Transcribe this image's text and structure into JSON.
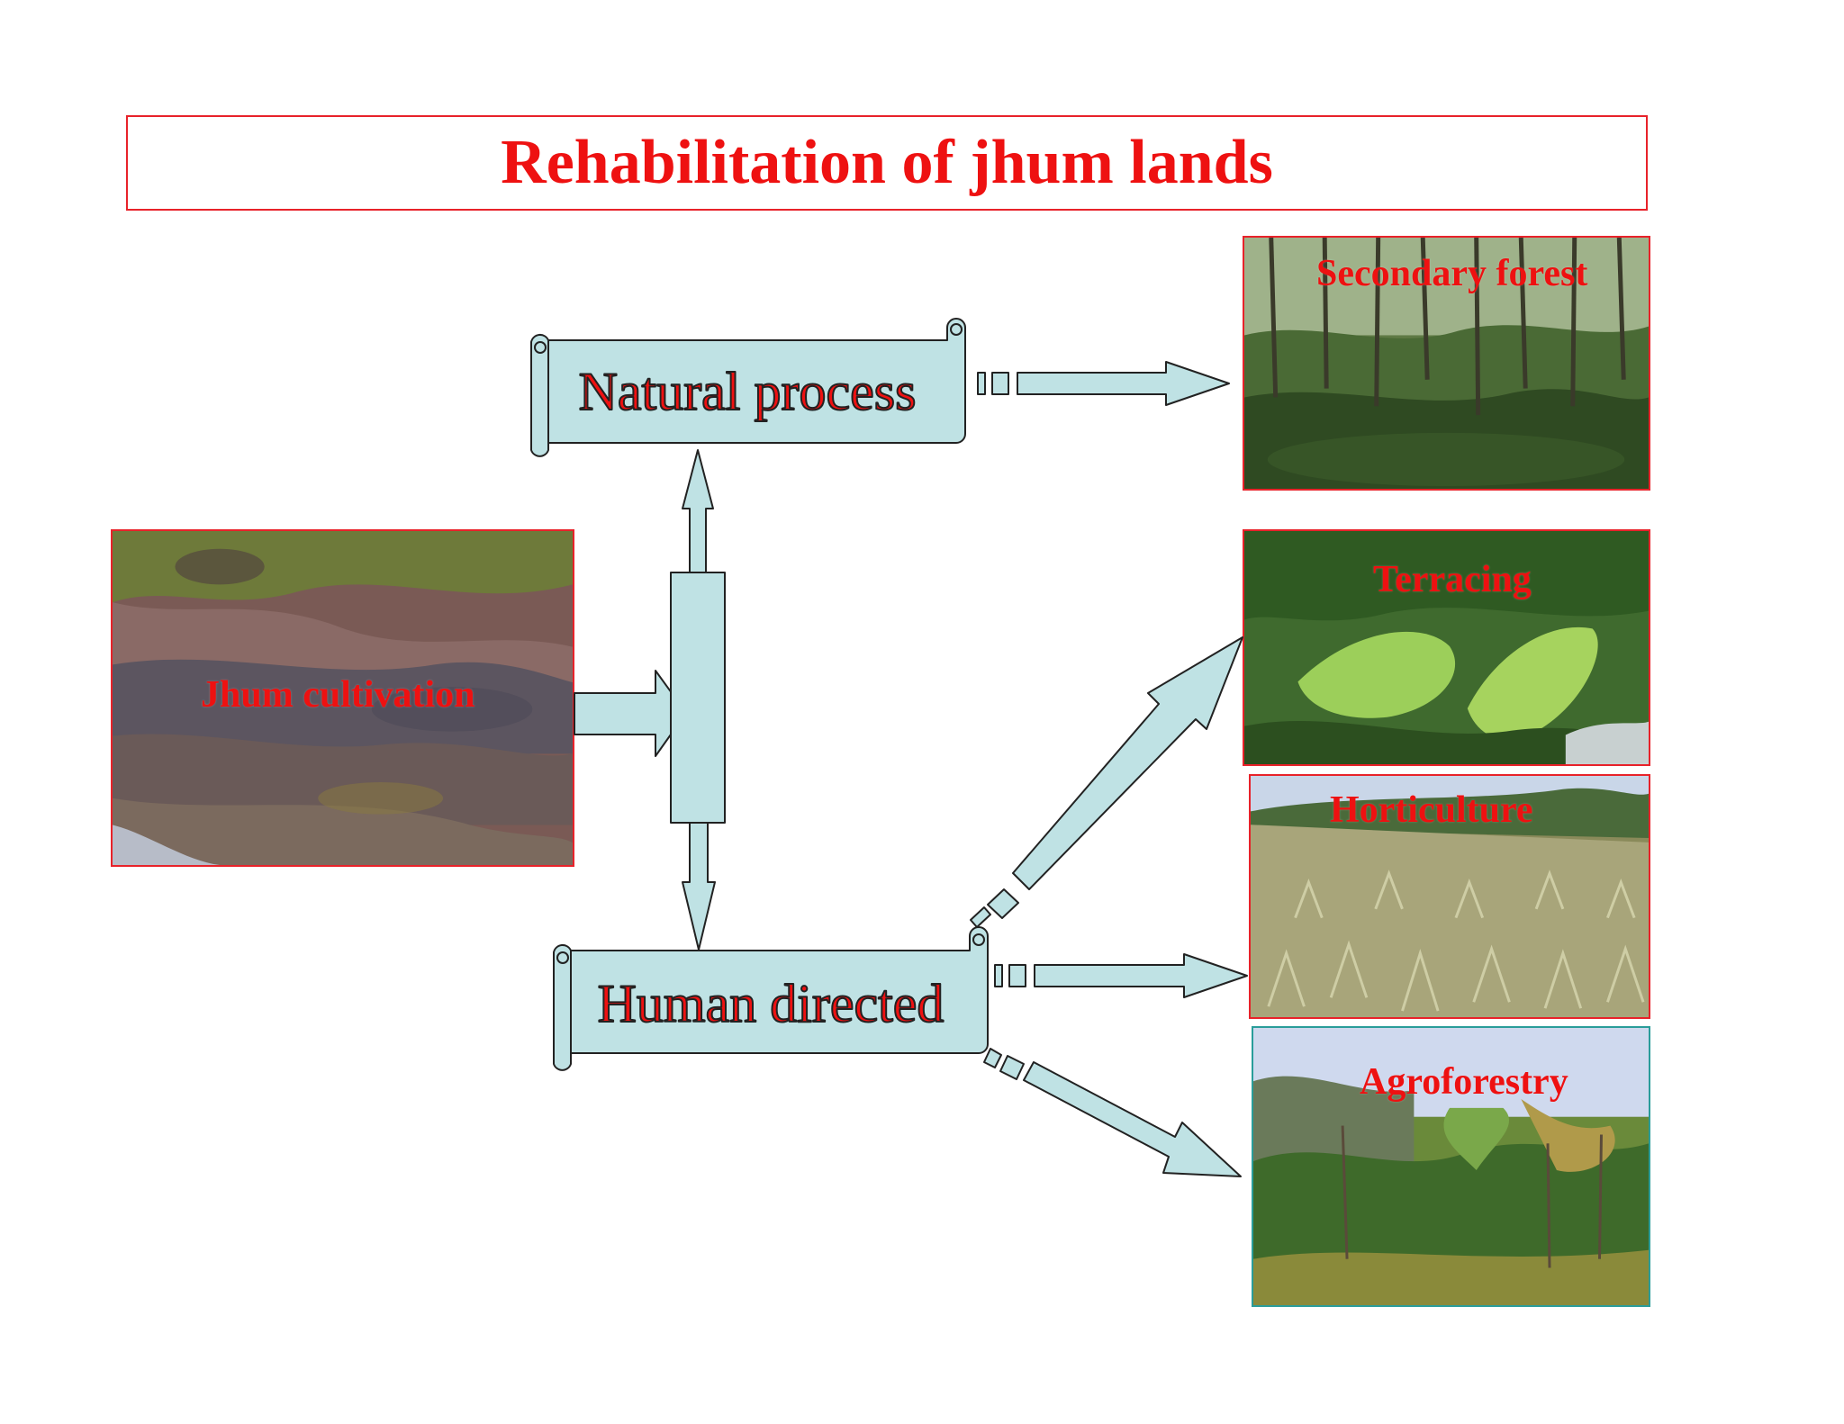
{
  "title": "Rehabilitation of jhum lands",
  "nodes": {
    "natural_process": "Natural process",
    "human_directed": "Human directed"
  },
  "photos": {
    "jhum_cultivation": "Jhum cultivation",
    "secondary_forest": "Secondary forest",
    "terracing": "Terracing",
    "horticulture": "Horticulture",
    "agroforestry": "Agroforestry"
  },
  "colors": {
    "title": "#ee1111",
    "frame_red": "#e8222a",
    "frame_teal": "#2a9d9a",
    "shape_fill": "#bfe2e4",
    "shape_stroke": "#222222"
  }
}
